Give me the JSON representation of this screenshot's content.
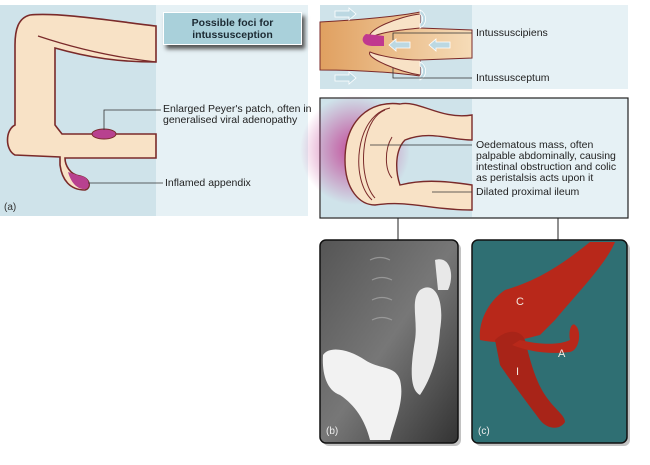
{
  "panel_a": {
    "tag": "(a)",
    "title_line1": "Possible foci for",
    "title_line2": "intussusception",
    "peyer_line1": "Enlarged Peyer's patch, often in",
    "peyer_line2": "generalised viral adenopathy",
    "appendix": "Inflamed appendix"
  },
  "panel_top": {
    "intussuscipiens": "Intussuscipiens",
    "intussusceptum": "Intussusceptum"
  },
  "panel_mid": {
    "mass_line1": "Oedematous mass, often",
    "mass_line2": "palpable abdominally, causing",
    "mass_line3": "intestinal obstruction and colic",
    "mass_line4": "as peristalsis acts upon it",
    "ileum": "Dilated proximal ileum"
  },
  "panel_b": {
    "tag": "(b)"
  },
  "panel_c": {
    "tag": "(c)",
    "mark_c": "C",
    "mark_a": "A",
    "mark_i": "I"
  },
  "colors": {
    "bowel": "#f8e2c6",
    "wall": "#7a2a2a",
    "bg_dark": "#cfe3ea",
    "bg_light": "#e6f1f5",
    "patch": "#b8418f",
    "tissue": "#b8281a",
    "photo_bg": "#2f6f73"
  }
}
